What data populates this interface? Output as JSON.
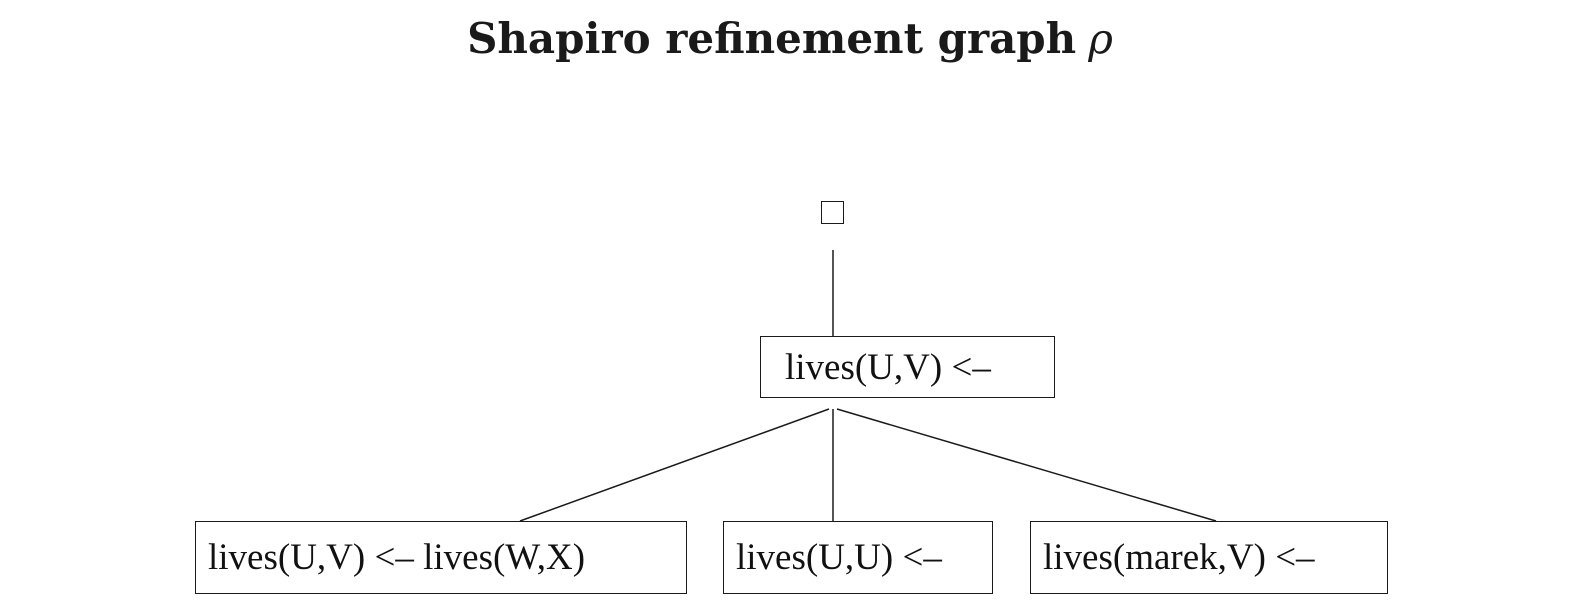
{
  "title": {
    "text": "Shapiro refinement graph",
    "symbol": "ρ"
  },
  "nodes": {
    "root": {
      "label": "□"
    },
    "head": {
      "label": "lives(U,V) <–"
    },
    "children": [
      {
        "label": "lives(U,V) <– lives(W,X)"
      },
      {
        "label": "lives(U,U) <–"
      },
      {
        "label": "lives(marek,V) <–"
      }
    ]
  },
  "colors": {
    "stroke": "#1a1a1a",
    "background": "#ffffff"
  }
}
